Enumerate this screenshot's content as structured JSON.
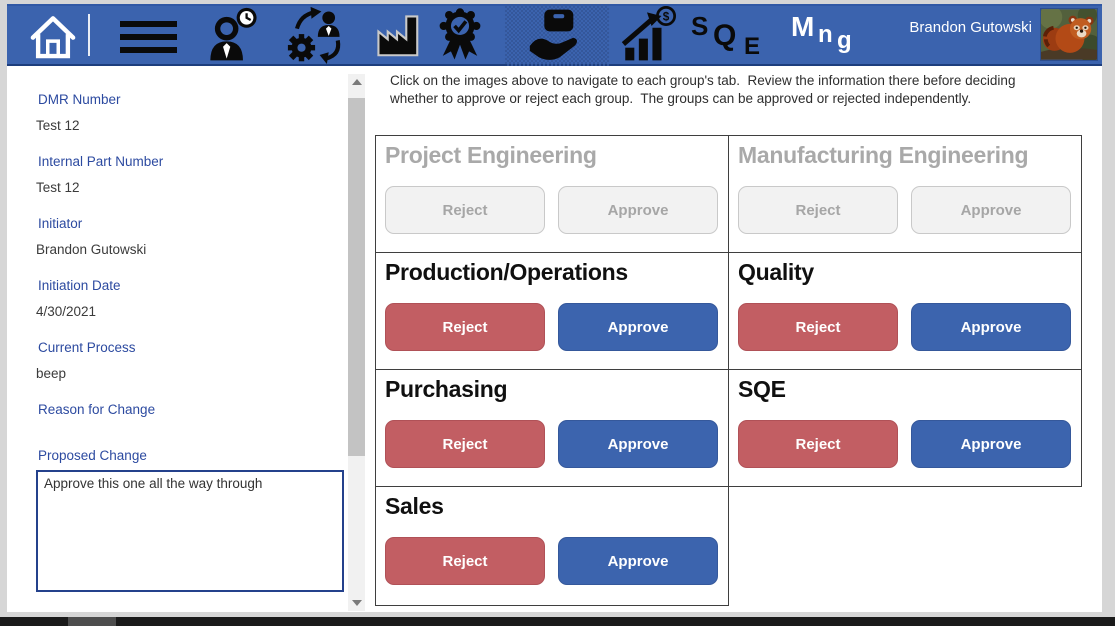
{
  "header": {
    "user_name": "Brandon Gutowski",
    "icons": [
      "home-icon",
      "menu-icon",
      "initiator-icon",
      "process-icon",
      "manufacturing-icon",
      "quality-award-icon",
      "material-handling-icon",
      "sales-chart-icon",
      "sqe-icon",
      "management-icon"
    ],
    "sqe": {
      "s": "S",
      "q": "Q",
      "e": "E"
    },
    "mng": {
      "m": "M",
      "n": "n",
      "g": "g"
    },
    "avatar_alt": "red-panda-avatar"
  },
  "sidebar": {
    "fields": [
      {
        "label": "DMR Number",
        "value": "Test 12"
      },
      {
        "label": "Internal Part Number",
        "value": "Test 12"
      },
      {
        "label": "Initiator",
        "value": "Brandon Gutowski"
      },
      {
        "label": "Initiation Date",
        "value": "4/30/2021"
      },
      {
        "label": "Current Process",
        "value": "beep"
      },
      {
        "label": "Reason for Change",
        "value": ""
      },
      {
        "label": "Proposed Change",
        "value": ""
      }
    ],
    "proposed_change_text": "Approve this one all the way through"
  },
  "main": {
    "instructions": "Click on the images above to navigate to each group's tab.  Review the information there before deciding whether to approve or reject each group.  The groups can be approved or rejected independently.",
    "groups": [
      {
        "name": "Project Engineering",
        "enabled": false,
        "reject_label": "Reject",
        "approve_label": "Approve"
      },
      {
        "name": "Manufacturing Engineering",
        "enabled": false,
        "reject_label": "Reject",
        "approve_label": "Approve"
      },
      {
        "name": "Production/Operations",
        "enabled": true,
        "reject_label": "Reject",
        "approve_label": "Approve"
      },
      {
        "name": "Quality",
        "enabled": true,
        "reject_label": "Reject",
        "approve_label": "Approve"
      },
      {
        "name": "Purchasing",
        "enabled": true,
        "reject_label": "Reject",
        "approve_label": "Approve"
      },
      {
        "name": "SQE",
        "enabled": true,
        "reject_label": "Reject",
        "approve_label": "Approve"
      },
      {
        "name": "Sales",
        "enabled": true,
        "reject_label": "Reject",
        "approve_label": "Approve"
      }
    ]
  },
  "colors": {
    "header_blue": "#3b63ae",
    "approve_blue": "#3c64ae",
    "reject_red": "#c25e63",
    "label_blue": "#2c4aa0",
    "disabled_gray": "#a9a9a9",
    "table_border": "#3f3f3f"
  }
}
